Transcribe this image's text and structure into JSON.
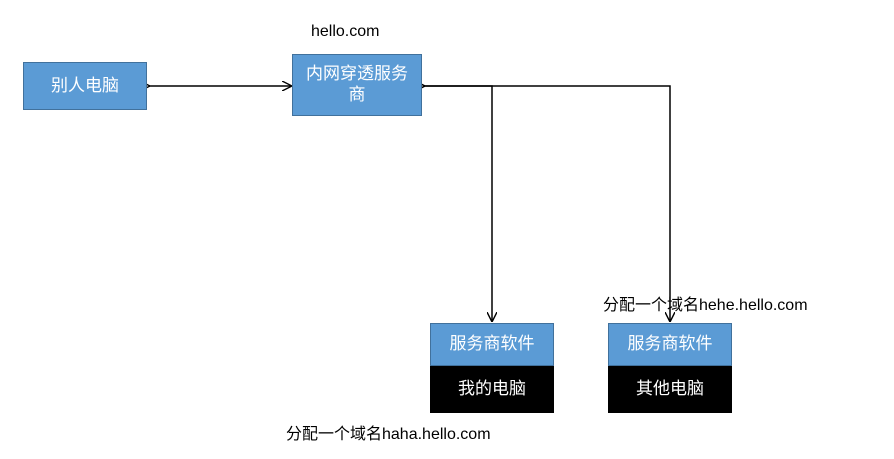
{
  "nodes": {
    "other_pc": "别人电脑",
    "tunnel_provider": "内网穿透服务商",
    "client_software_mine": "服务商软件",
    "my_pc": "我的电脑",
    "client_software_other": "服务商软件",
    "other_computer": "其他电脑"
  },
  "labels": {
    "root_domain": "hello.com",
    "assign_hehe": "分配一个域名hehe.hello.com",
    "assign_haha": "分配一个域名haha.hello.com"
  },
  "colors": {
    "node_blue": "#5b9bd5",
    "node_black": "#000000",
    "connector": "#000000"
  }
}
